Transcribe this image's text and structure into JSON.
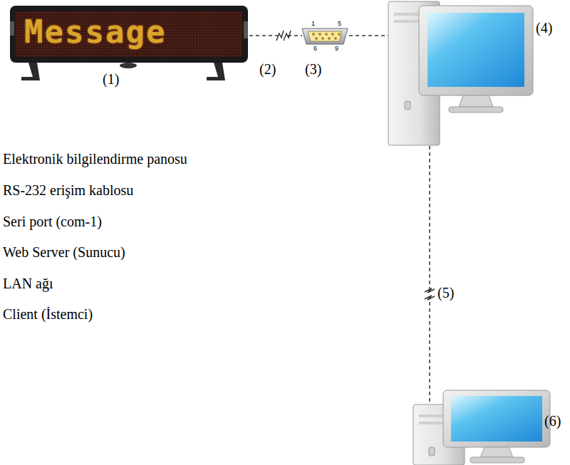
{
  "diagram": {
    "labels": [
      "Message",
      "(1)",
      "(2)",
      "(3)",
      "(4)",
      "(5)",
      "(6)",
      "1",
      "5",
      "6",
      "9",
      "Elektronik bilgilendirme panosu",
      "RS-232 erişim kablosu",
      "Seri port (com-1)",
      "Web Server (Sunucu)",
      "LAN ağı",
      "Client (İstemci)"
    ]
  }
}
